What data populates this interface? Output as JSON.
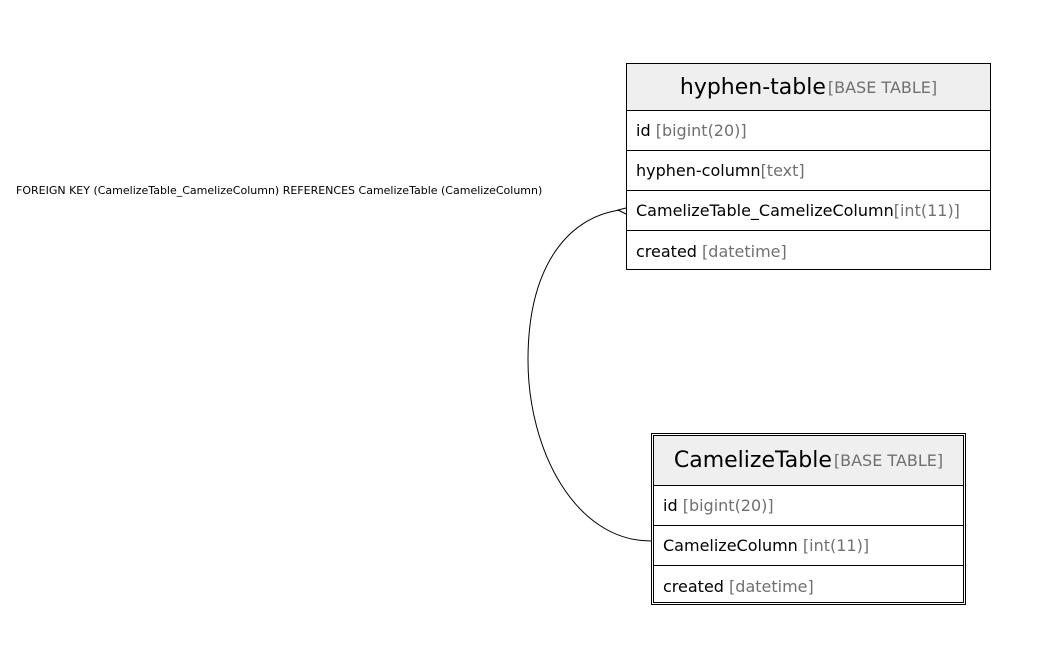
{
  "edge": {
    "label": "FOREIGN KEY (CamelizeTable_CamelizeColumn) REFERENCES CamelizeTable (CamelizeColumn)"
  },
  "tables": [
    {
      "name": "hyphen-table",
      "type": "[BASE TABLE]",
      "columns": [
        {
          "name": "id",
          "type": "[bigint(20)]"
        },
        {
          "name": "hyphen-column",
          "type": "[text]"
        },
        {
          "name": "CamelizeTable_CamelizeColumn",
          "type": "[int(11)]"
        },
        {
          "name": "created",
          "type": "[datetime]"
        }
      ]
    },
    {
      "name": "CamelizeTable",
      "type": "[BASE TABLE]",
      "columns": [
        {
          "name": "id",
          "type": "[bigint(20)]"
        },
        {
          "name": "CamelizeColumn",
          "type": "[int(11)]"
        },
        {
          "name": "created",
          "type": "[datetime]"
        }
      ]
    }
  ]
}
